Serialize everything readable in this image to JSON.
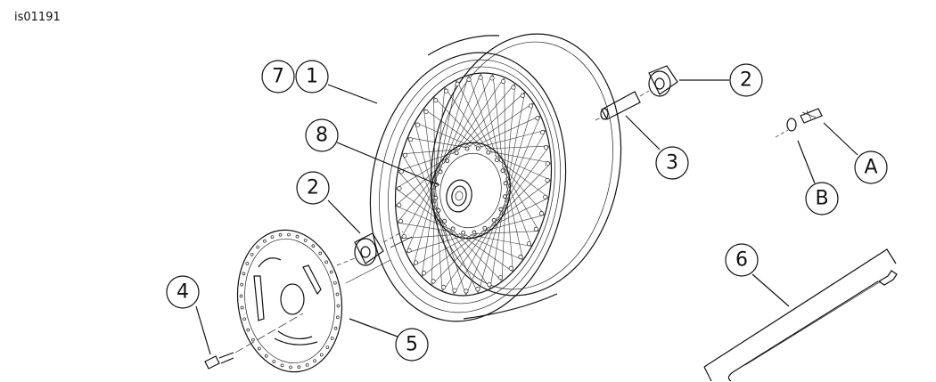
{
  "figure_id": "is01191",
  "callouts": [
    {
      "id": "c7",
      "label": "7"
    },
    {
      "id": "c1",
      "label": "1"
    },
    {
      "id": "c8",
      "label": "8"
    },
    {
      "id": "c2a",
      "label": "2"
    },
    {
      "id": "c2b",
      "label": "2"
    },
    {
      "id": "c3",
      "label": "3"
    },
    {
      "id": "c4",
      "label": "4"
    },
    {
      "id": "c5",
      "label": "5"
    },
    {
      "id": "c6",
      "label": "6"
    },
    {
      "id": "cA",
      "label": "A"
    },
    {
      "id": "cB",
      "label": "B"
    }
  ]
}
